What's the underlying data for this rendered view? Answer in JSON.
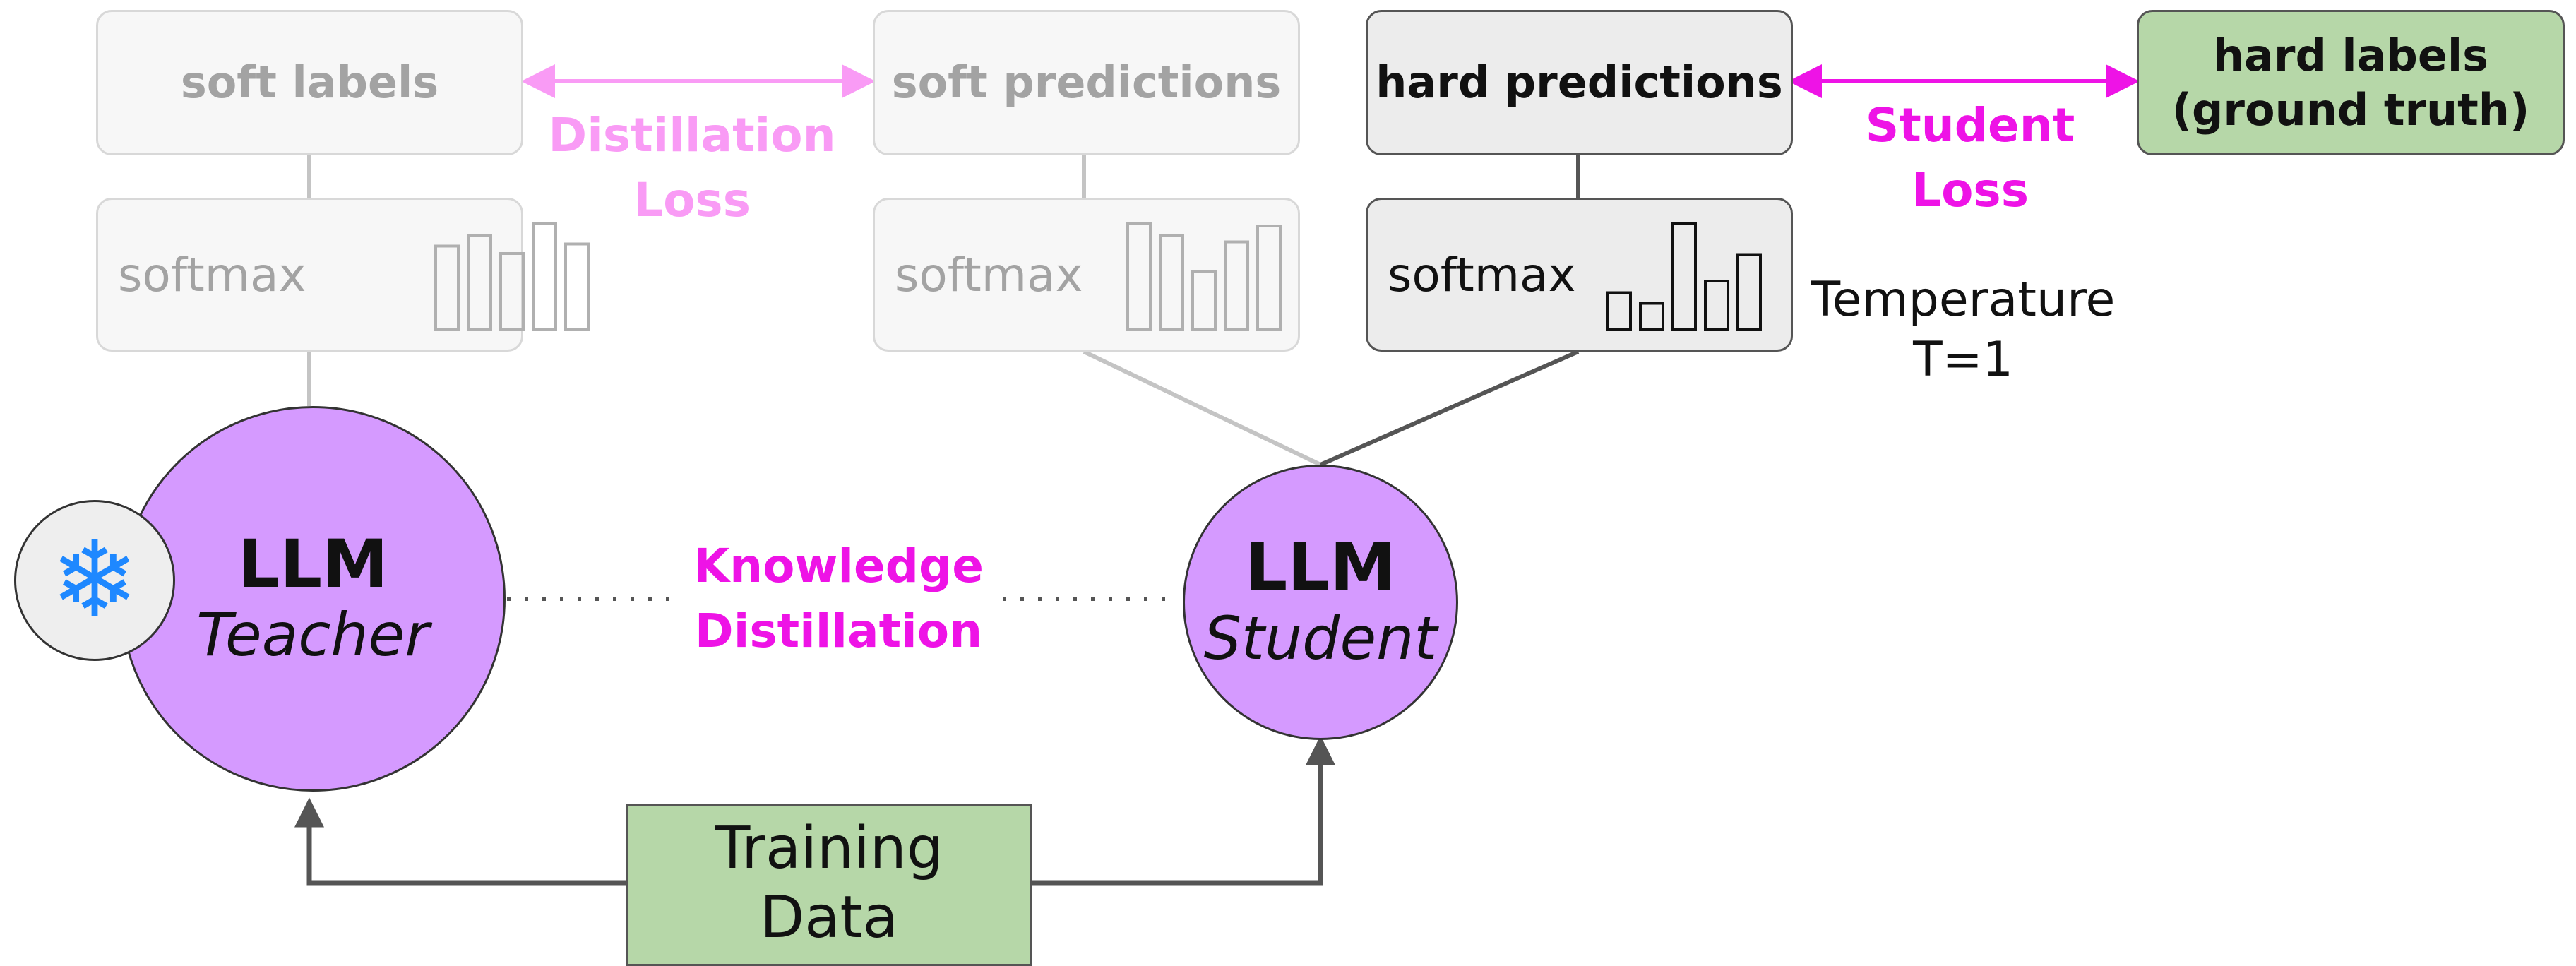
{
  "teacher_branch": {
    "soft_labels": "soft labels",
    "softmax": "softmax",
    "softmax_bars": [
      0.79,
      0.89,
      0.72,
      1.0,
      0.81
    ]
  },
  "student_soft_branch": {
    "soft_predictions": "soft predictions",
    "softmax": "softmax",
    "softmax_bars": [
      1.0,
      0.89,
      0.55,
      0.83,
      0.98
    ]
  },
  "student_hard_branch": {
    "hard_predictions": "hard predictions",
    "softmax": "softmax",
    "softmax_bars": [
      0.35,
      0.25,
      1.0,
      0.46,
      0.71
    ]
  },
  "hard_labels": {
    "line1": "hard labels",
    "line2": "(ground truth)"
  },
  "distillation_loss": {
    "line1": "Distillation",
    "line2": "Loss"
  },
  "student_loss": {
    "line1": "Student",
    "line2": "Loss"
  },
  "temperature": {
    "line1": "Temperature",
    "line2": "T=1"
  },
  "teacher": {
    "title": "LLM",
    "role": "Teacher",
    "frozen_icon": "snowflake-icon",
    "frozen_glyph": "❄"
  },
  "student": {
    "title": "LLM",
    "role": "Student"
  },
  "knowledge_distillation": {
    "line1": "Knowledge",
    "line2": "Distillation"
  },
  "training_data": {
    "line1": "Training",
    "line2": "Data"
  },
  "colors": {
    "circle_fill": "#d59aff",
    "green_fill": "#b6d7a8",
    "distillation_pink": "#f99bf5",
    "student_pink": "#ee13e6",
    "faded_text": "#a3a3a3",
    "snowflake_blue": "#1e88ff"
  }
}
